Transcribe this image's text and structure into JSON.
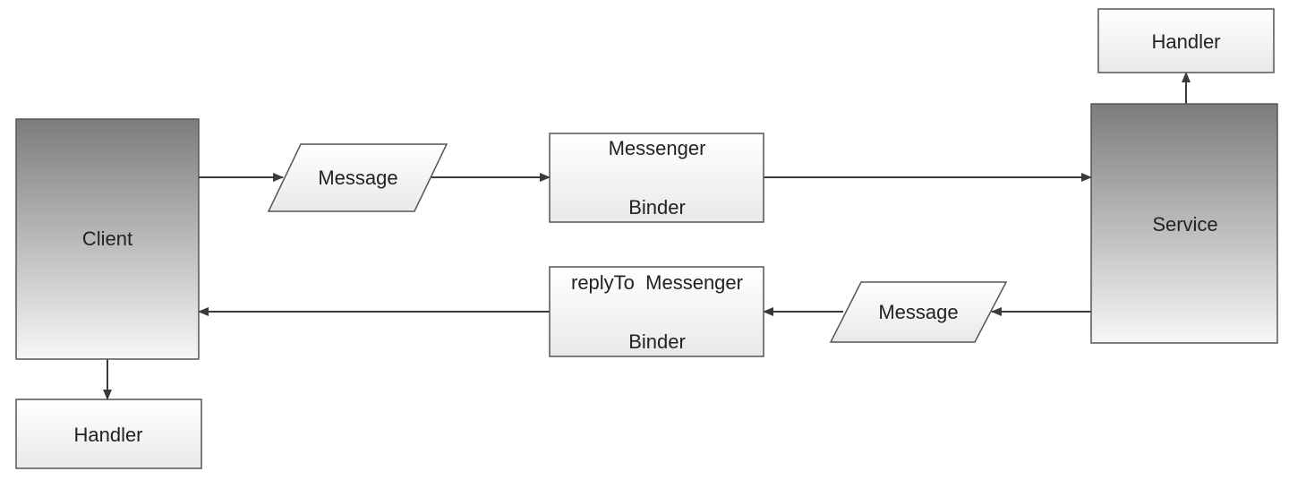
{
  "nodes": {
    "client": {
      "label": "Client"
    },
    "client_handler": {
      "label": "Handler"
    },
    "message_out": {
      "label": "Message"
    },
    "messenger_binder": {
      "line1": "Messenger",
      "line2": "Binder"
    },
    "service": {
      "label": "Service"
    },
    "service_handler": {
      "label": "Handler"
    },
    "message_back": {
      "label": "Message"
    },
    "replyto_binder": {
      "line1": "replyTo  Messenger",
      "line2": "Binder"
    }
  },
  "colors": {
    "line": "#3a3a3a",
    "box_border": "#555555",
    "box_fill_light": "#f3f3f3",
    "gradient_dark": "#7e7e7e",
    "gradient_light": "#f8f8f8"
  }
}
